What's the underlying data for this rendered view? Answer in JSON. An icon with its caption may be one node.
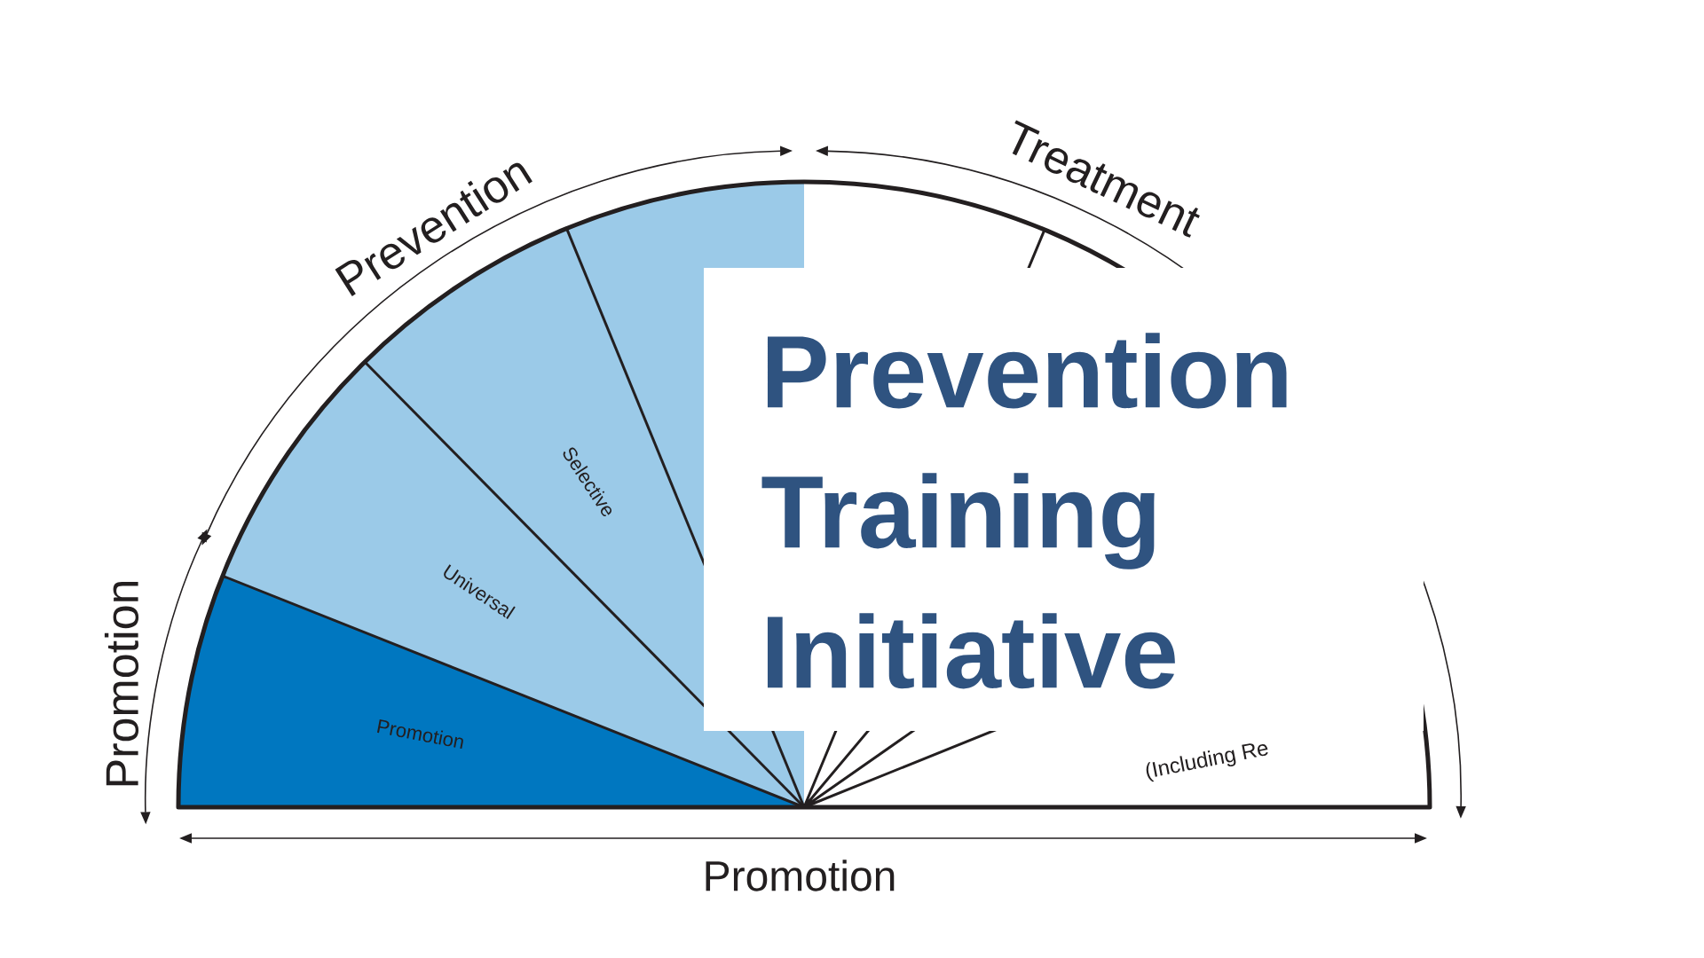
{
  "diagram": {
    "title": "Prevention Training Initiative",
    "nodes": [
      {
        "text": [
          "Promotion"
        ]
      },
      {
        "text": [
          "Universal"
        ]
      },
      {
        "text": [
          "Selective"
        ]
      },
      {
        "text": [],
        "shape": "wedge"
      }
    ],
    "labels": [
      "Prevention",
      "Treatment",
      "Promotion",
      "Promotion",
      "(Including Re"
    ]
  }
}
